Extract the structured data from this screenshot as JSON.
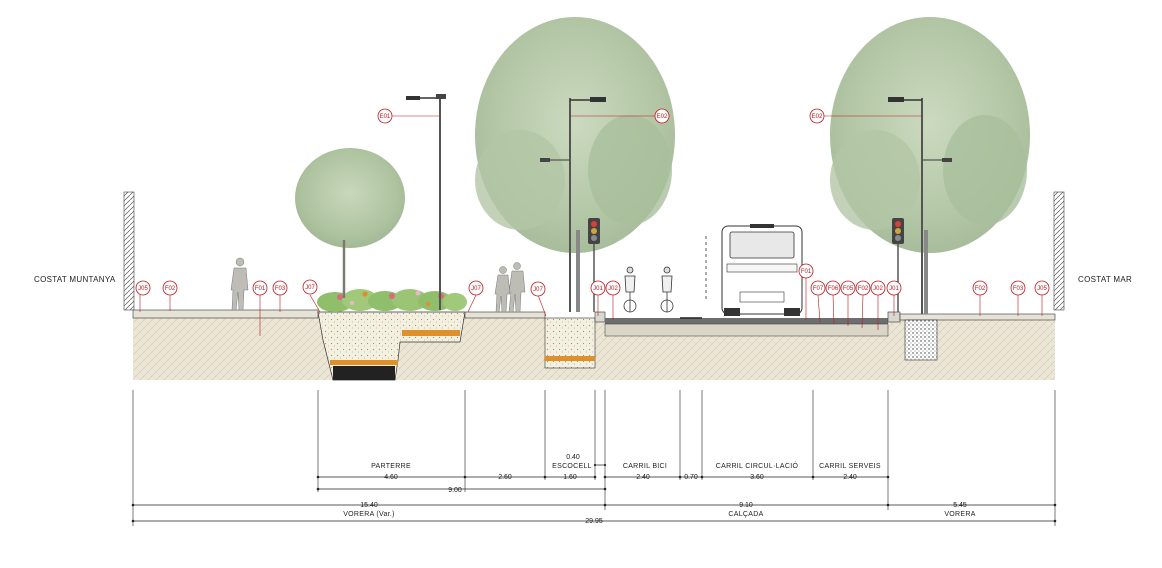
{
  "sides": {
    "left": "COSTAT MUNTANYA",
    "right": "COSTAT MAR"
  },
  "bus": {
    "label": ""
  },
  "tags": [
    {
      "id": "left-j05",
      "text": "J05"
    },
    {
      "id": "left-f02",
      "text": "F02"
    },
    {
      "id": "left-f01",
      "text": "F01"
    },
    {
      "id": "left-f03",
      "text": "F03"
    },
    {
      "id": "left-j07a",
      "text": "J07"
    },
    {
      "id": "left-j07b",
      "text": "J07"
    },
    {
      "id": "left-j07c",
      "text": "J07"
    },
    {
      "id": "center-j01",
      "text": "J01"
    },
    {
      "id": "center-j02",
      "text": "J02"
    },
    {
      "id": "center-f01",
      "text": "F01"
    },
    {
      "id": "right-f07",
      "text": "F07"
    },
    {
      "id": "right-f06",
      "text": "F06"
    },
    {
      "id": "right-f05",
      "text": "F05"
    },
    {
      "id": "right-f02a",
      "text": "F02"
    },
    {
      "id": "right-j02",
      "text": "J02"
    },
    {
      "id": "right-j01",
      "text": "J01"
    },
    {
      "id": "right-f02b",
      "text": "F02"
    },
    {
      "id": "right-f03",
      "text": "F03"
    },
    {
      "id": "right-j05",
      "text": "J05"
    },
    {
      "id": "lamp-e01",
      "text": "E01"
    },
    {
      "id": "lamp-e02a",
      "text": "E02"
    },
    {
      "id": "lamp-e02b",
      "text": "E02"
    }
  ],
  "zones": [
    {
      "id": "parterre",
      "text": "PARTERRE"
    },
    {
      "id": "escocell",
      "text": "ESCOCELL"
    },
    {
      "id": "carril-bici",
      "text": "CARRIL BICI"
    },
    {
      "id": "carril-circulacio",
      "text": "CARRIL CIRCUL·LACIÓ"
    },
    {
      "id": "carril-serveis",
      "text": "CARRIL SERVEIS"
    },
    {
      "id": "vorera-var",
      "text": "VORERA (Var.)"
    },
    {
      "id": "calcada",
      "text": "CALÇADA"
    },
    {
      "id": "vorera",
      "text": "VORERA"
    }
  ],
  "dimensions": [
    {
      "id": "parterre",
      "text": "4.60"
    },
    {
      "id": "gap-260",
      "text": "2.60"
    },
    {
      "id": "escocell",
      "text": "1.60"
    },
    {
      "id": "curb",
      "text": "0.40"
    },
    {
      "id": "bici",
      "text": "2.40"
    },
    {
      "id": "separator",
      "text": "0.70"
    },
    {
      "id": "circulacio",
      "text": "3.60"
    },
    {
      "id": "serveis",
      "text": "2.40"
    },
    {
      "id": "sub-900",
      "text": "9.00"
    },
    {
      "id": "vorera-left",
      "text": "15.40"
    },
    {
      "id": "calcada",
      "text": "9.10"
    },
    {
      "id": "vorera-right",
      "text": "5.45"
    },
    {
      "id": "total",
      "text": "29.95"
    }
  ],
  "colors": {
    "tag_red": "#c0171c",
    "ground": "#ece6d6",
    "tree_foliage": "#b8cba8",
    "planter_flowers": "#d96c7c",
    "planter_green": "#8fbf6a",
    "sub_orange": "#e0902a",
    "asphalt": "#6e6e6e",
    "line": "#222222"
  }
}
